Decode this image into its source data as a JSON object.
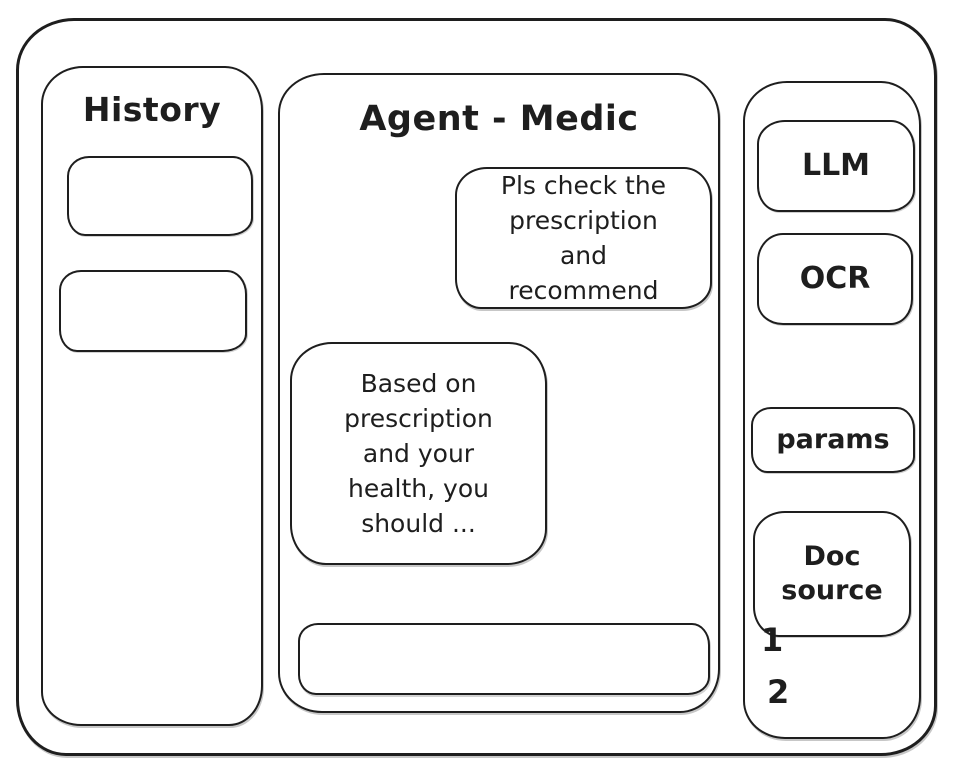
{
  "style": {
    "ink_color": "#1e1e1e",
    "background_color": "#ffffff"
  },
  "history_panel": {
    "title": "History",
    "items": [
      {
        "label": ""
      },
      {
        "label": ""
      }
    ]
  },
  "chat_panel": {
    "title": "Agent - Medic",
    "messages": [
      {
        "role": "user",
        "text": "Pls check the prescription and recommend"
      },
      {
        "role": "agent",
        "text": "Based on prescription and your health, you should ..."
      }
    ],
    "input": {
      "value": "",
      "placeholder": ""
    }
  },
  "tools_panel": {
    "buttons": [
      {
        "label": "LLM"
      },
      {
        "label": "OCR"
      },
      {
        "label": "params"
      },
      {
        "label": "Doc source"
      }
    ],
    "doc_source_items": [
      "1",
      "2"
    ]
  }
}
